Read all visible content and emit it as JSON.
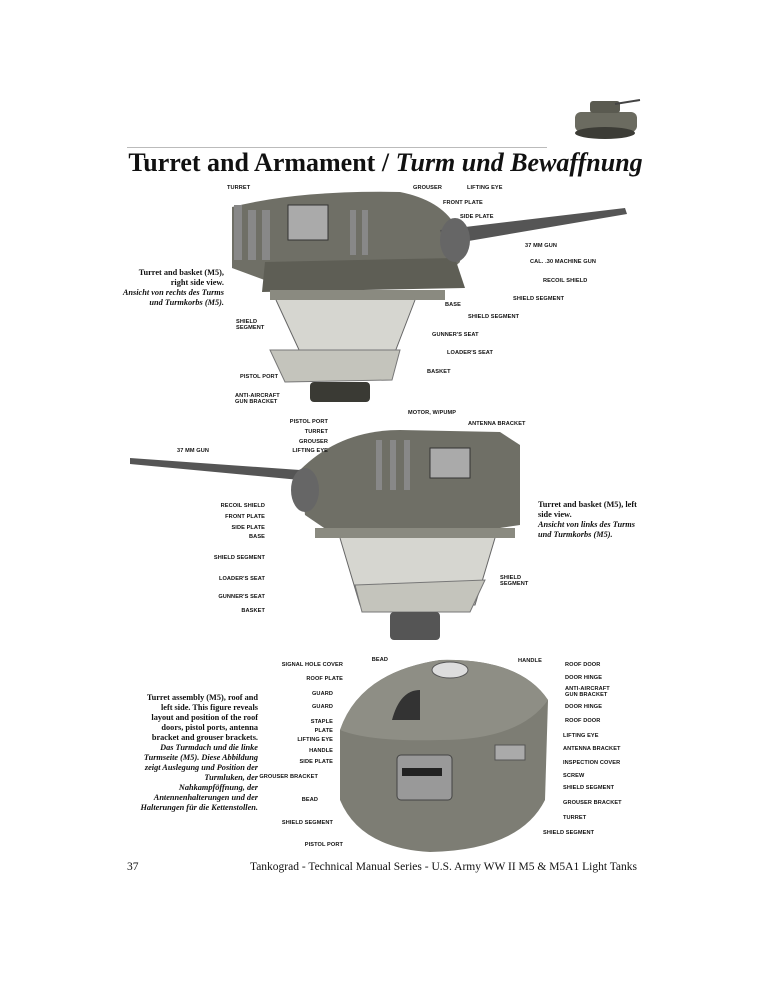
{
  "header": {
    "title_en": "Turret and Armament / ",
    "title_de": "Turm und Bewaffnung"
  },
  "figure1": {
    "caption_en": "Turret and basket (M5), right side view.",
    "caption_de": "Ansicht von rechts des Turms und Turmkorbs (M5).",
    "labels": [
      "TURRET",
      "GROUSER",
      "LIFTING EYE",
      "FRONT PLATE",
      "SIDE PLATE",
      "37 MM GUN",
      "CAL. .30 MACHINE GUN",
      "RECOIL SHIELD",
      "SHIELD SEGMENT",
      "BASE",
      "SHIELD SEGMENT",
      "SHIELD\nSEGMENT",
      "GUNNER'S SEAT",
      "LOADER'S SEAT",
      "BASKET",
      "PISTOL PORT",
      "ANTI-AIRCRAFT\nGUN BRACKET",
      "MOTOR, W/PUMP"
    ]
  },
  "figure2": {
    "caption_en": "Turret and basket (M5), left side view.",
    "caption_de": "Ansicht von links des Turms und Turmkorbs (M5).",
    "labels": [
      "PISTOL PORT",
      "TURRET",
      "GROUSER",
      "LIFTING EYE",
      "37 MM GUN",
      "ANTENNA BRACKET",
      "RECOIL SHIELD",
      "FRONT PLATE",
      "SIDE PLATE",
      "BASE",
      "SHIELD SEGMENT",
      "LOADER'S SEAT",
      "GUNNER'S SEAT",
      "BASKET",
      "SHIELD\nSEGMENT"
    ]
  },
  "figure3": {
    "caption_en": "Turret assembly (M5), roof and left side. This figure reveals layout and position of the roof doors, pistol ports, antenna bracket and grouser brackets.",
    "caption_de": "Das Turmdach und die linke Turmseite (M5). Diese Abbildung zeigt Auslegung und Position der Turmluken, der Nahkampföffnung, der Antennenhalterungen und der Halterungen für die Kettenstollen.",
    "left_labels": [
      "BEAD",
      "SIGNAL HOLE COVER",
      "ROOF PLATE",
      "GUARD",
      "GUARD",
      "STAPLE",
      "PLATE",
      "LIFTING EYE",
      "HANDLE",
      "SIDE PLATE",
      "GROUSER BRACKET",
      "BEAD",
      "SHIELD SEGMENT",
      "PISTOL PORT"
    ],
    "right_labels": [
      "HANDLE",
      "ROOF DOOR",
      "DOOR HINGE",
      "ANTI-AIRCRAFT\nGUN BRACKET",
      "DOOR HINGE",
      "ROOF DOOR",
      "LIFTING EYE",
      "ANTENNA BRACKET",
      "INSPECTION COVER",
      "SCREW",
      "SHIELD SEGMENT",
      "GROUSER BRACKET",
      "TURRET",
      "SHIELD SEGMENT"
    ]
  },
  "footer": {
    "page_number": "37",
    "series": "Tankograd - Technical Manual Series - U.S. Army WW II M5 & M5A1 Light Tanks"
  }
}
